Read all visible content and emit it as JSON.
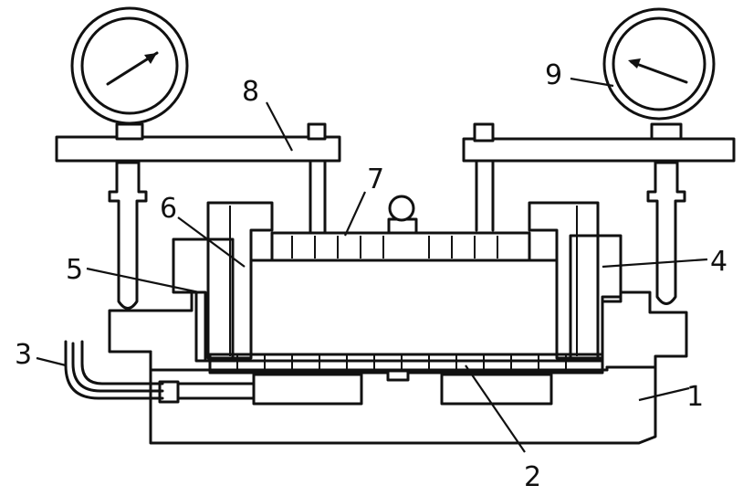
{
  "diagram": {
    "labels": [
      {
        "id": "1",
        "text": "1"
      },
      {
        "id": "2",
        "text": "2"
      },
      {
        "id": "3",
        "text": "3"
      },
      {
        "id": "4",
        "text": "4"
      },
      {
        "id": "5",
        "text": "5"
      },
      {
        "id": "6",
        "text": "6"
      },
      {
        "id": "7",
        "text": "7"
      },
      {
        "id": "8",
        "text": "8"
      },
      {
        "id": "9",
        "text": "9"
      }
    ],
    "gauges": [
      {
        "id": "left-gauge",
        "icon": "pressure-gauge-icon"
      },
      {
        "id": "right-gauge",
        "icon": "pressure-gauge-icon"
      }
    ]
  }
}
